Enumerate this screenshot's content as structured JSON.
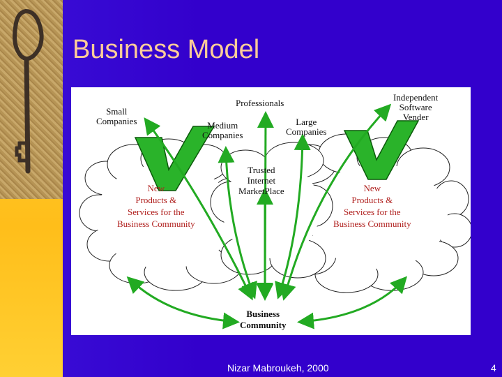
{
  "slide": {
    "title": "Business Model",
    "footer_author": "Nizar Mabroukeh, 2000",
    "page_number": "4",
    "background_color": "#3300cc",
    "title_color": "#ffcc99"
  },
  "diagram": {
    "top_labels": {
      "small": [
        "Small",
        "Companies"
      ],
      "professionals": "Professionals",
      "medium": [
        "Medium",
        "Companies"
      ],
      "large": [
        "Large",
        "Companies"
      ],
      "isv": [
        "Independent",
        "Software",
        "Vender"
      ]
    },
    "center_label": [
      "Trusted",
      "Internet",
      "MarketPlace"
    ],
    "left_cloud_label": [
      "New",
      "Products &",
      "Services for the",
      "Business Community"
    ],
    "right_cloud_label": [
      "New",
      "Products &",
      "Services for the",
      "Business Community"
    ],
    "business_community": [
      "Business",
      "Community"
    ],
    "arrow_color": "#22aa22",
    "cloud_label_color": "#b0201e"
  }
}
